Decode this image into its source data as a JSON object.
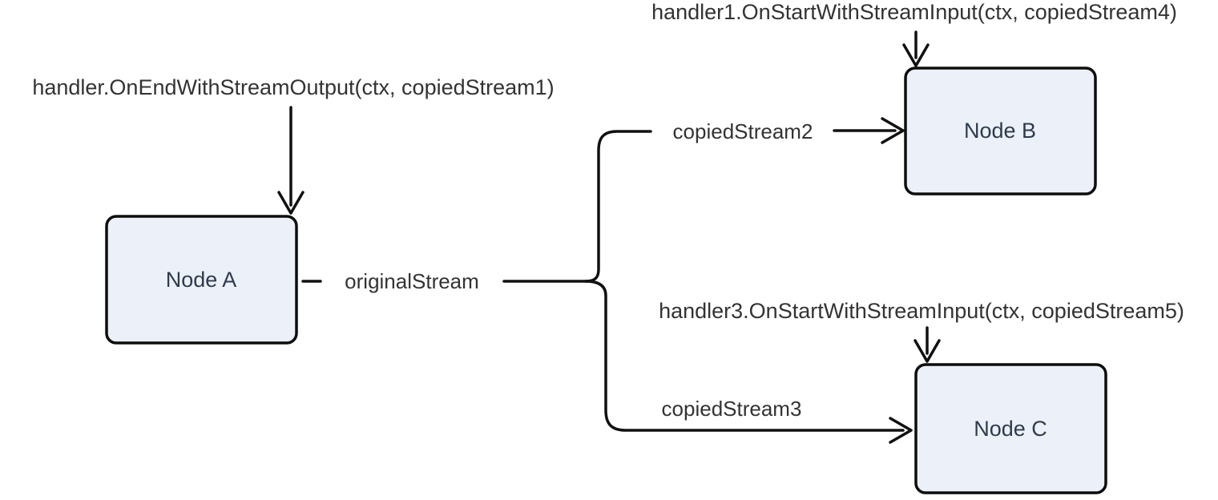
{
  "diagram": {
    "type": "flowchart",
    "background": "#ffffff",
    "colors": {
      "node_fill": "#ecf0f8",
      "node_border": "#0d0d0d",
      "edge": "#111111",
      "label_text": "#333333",
      "node_text": "#2f3b4c"
    },
    "nodes": [
      {
        "id": "A",
        "label": "Node A"
      },
      {
        "id": "B",
        "label": "Node B"
      },
      {
        "id": "C",
        "label": "Node C"
      }
    ],
    "edges": [
      {
        "from": "A",
        "to": "fork",
        "label": "originalStream"
      },
      {
        "from": "fork",
        "to": "B",
        "label": "copiedStream2"
      },
      {
        "from": "fork",
        "to": "C",
        "label": "copiedStream3"
      }
    ],
    "annotations": [
      {
        "target": "A",
        "text": "handler.OnEndWithStreamOutput(ctx, copiedStream1)"
      },
      {
        "target": "B",
        "text": "handler1.OnStartWithStreamInput(ctx, copiedStream4)"
      },
      {
        "target": "C",
        "text": "handler3.OnStartWithStreamInput(ctx, copiedStream5)"
      }
    ]
  }
}
